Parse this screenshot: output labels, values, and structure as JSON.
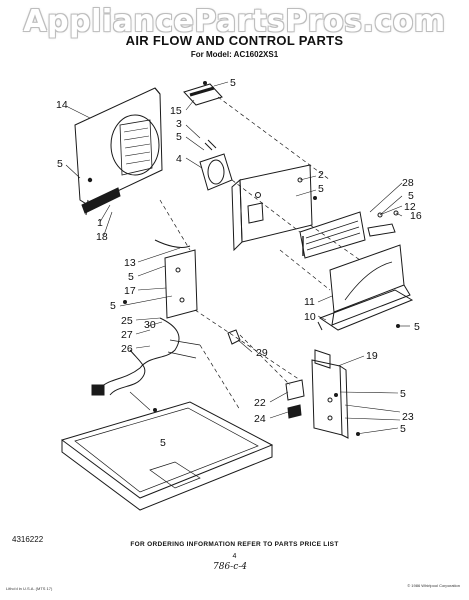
{
  "watermark": "AppliancePartsPros.com",
  "header": {
    "title": "AIR FLOW AND CONTROL PARTS",
    "model": "For Model: AC1602XS1"
  },
  "callouts": [
    "14",
    "5",
    "15",
    "3",
    "5",
    "4",
    "5",
    "1",
    "18",
    "2",
    "5",
    "28",
    "5",
    "12",
    "16",
    "13",
    "5",
    "17",
    "5",
    "11",
    "10",
    "5",
    "25",
    "30",
    "27",
    "26",
    "29",
    "19",
    "5",
    "22",
    "24",
    "23",
    "5",
    "5"
  ],
  "footer": {
    "ordering_note": "FOR ORDERING INFORMATION REFER TO PARTS PRICE LIST",
    "doc_number": "4316222",
    "page_number": "4",
    "handwritten": "786-c-4",
    "fine_print_left": "Litho'd in U.S.A. (MTS 17)",
    "fine_print_right": "© 1986 Whirlpool Corporation"
  }
}
